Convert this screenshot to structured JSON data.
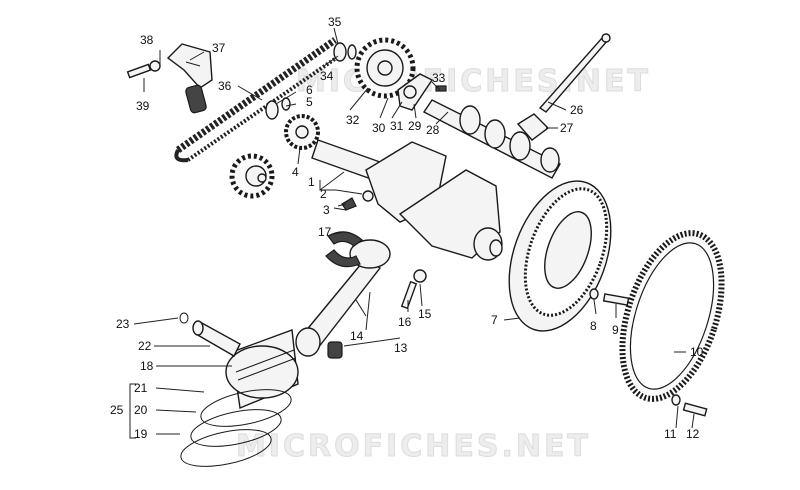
{
  "watermarks": [
    "MICROFICHES.NET",
    "MICROFICHES.NET"
  ],
  "callouts": [
    {
      "id": "1",
      "text": "1"
    },
    {
      "id": "2",
      "text": "2"
    },
    {
      "id": "3",
      "text": "3"
    },
    {
      "id": "4",
      "text": "4"
    },
    {
      "id": "5",
      "text": "5"
    },
    {
      "id": "6",
      "text": "6"
    },
    {
      "id": "7",
      "text": "7"
    },
    {
      "id": "8",
      "text": "8"
    },
    {
      "id": "9",
      "text": "9"
    },
    {
      "id": "10",
      "text": "10"
    },
    {
      "id": "11",
      "text": "11"
    },
    {
      "id": "12",
      "text": "12"
    },
    {
      "id": "13",
      "text": "13"
    },
    {
      "id": "14",
      "text": "14"
    },
    {
      "id": "15",
      "text": "15"
    },
    {
      "id": "16",
      "text": "16"
    },
    {
      "id": "17",
      "text": "17"
    },
    {
      "id": "18",
      "text": "18"
    },
    {
      "id": "19",
      "text": "19"
    },
    {
      "id": "20",
      "text": "20"
    },
    {
      "id": "21",
      "text": "21"
    },
    {
      "id": "22",
      "text": "22"
    },
    {
      "id": "23",
      "text": "23"
    },
    {
      "id": "25",
      "text": "25"
    },
    {
      "id": "26",
      "text": "26"
    },
    {
      "id": "27",
      "text": "27"
    },
    {
      "id": "28",
      "text": "28"
    },
    {
      "id": "29",
      "text": "29"
    },
    {
      "id": "30",
      "text": "30"
    },
    {
      "id": "31",
      "text": "31"
    },
    {
      "id": "32",
      "text": "32"
    },
    {
      "id": "33",
      "text": "33"
    },
    {
      "id": "34",
      "text": "34"
    },
    {
      "id": "35",
      "text": "35"
    },
    {
      "id": "36",
      "text": "36"
    },
    {
      "id": "37",
      "text": "37"
    },
    {
      "id": "38",
      "text": "38"
    },
    {
      "id": "39",
      "text": "39"
    }
  ]
}
